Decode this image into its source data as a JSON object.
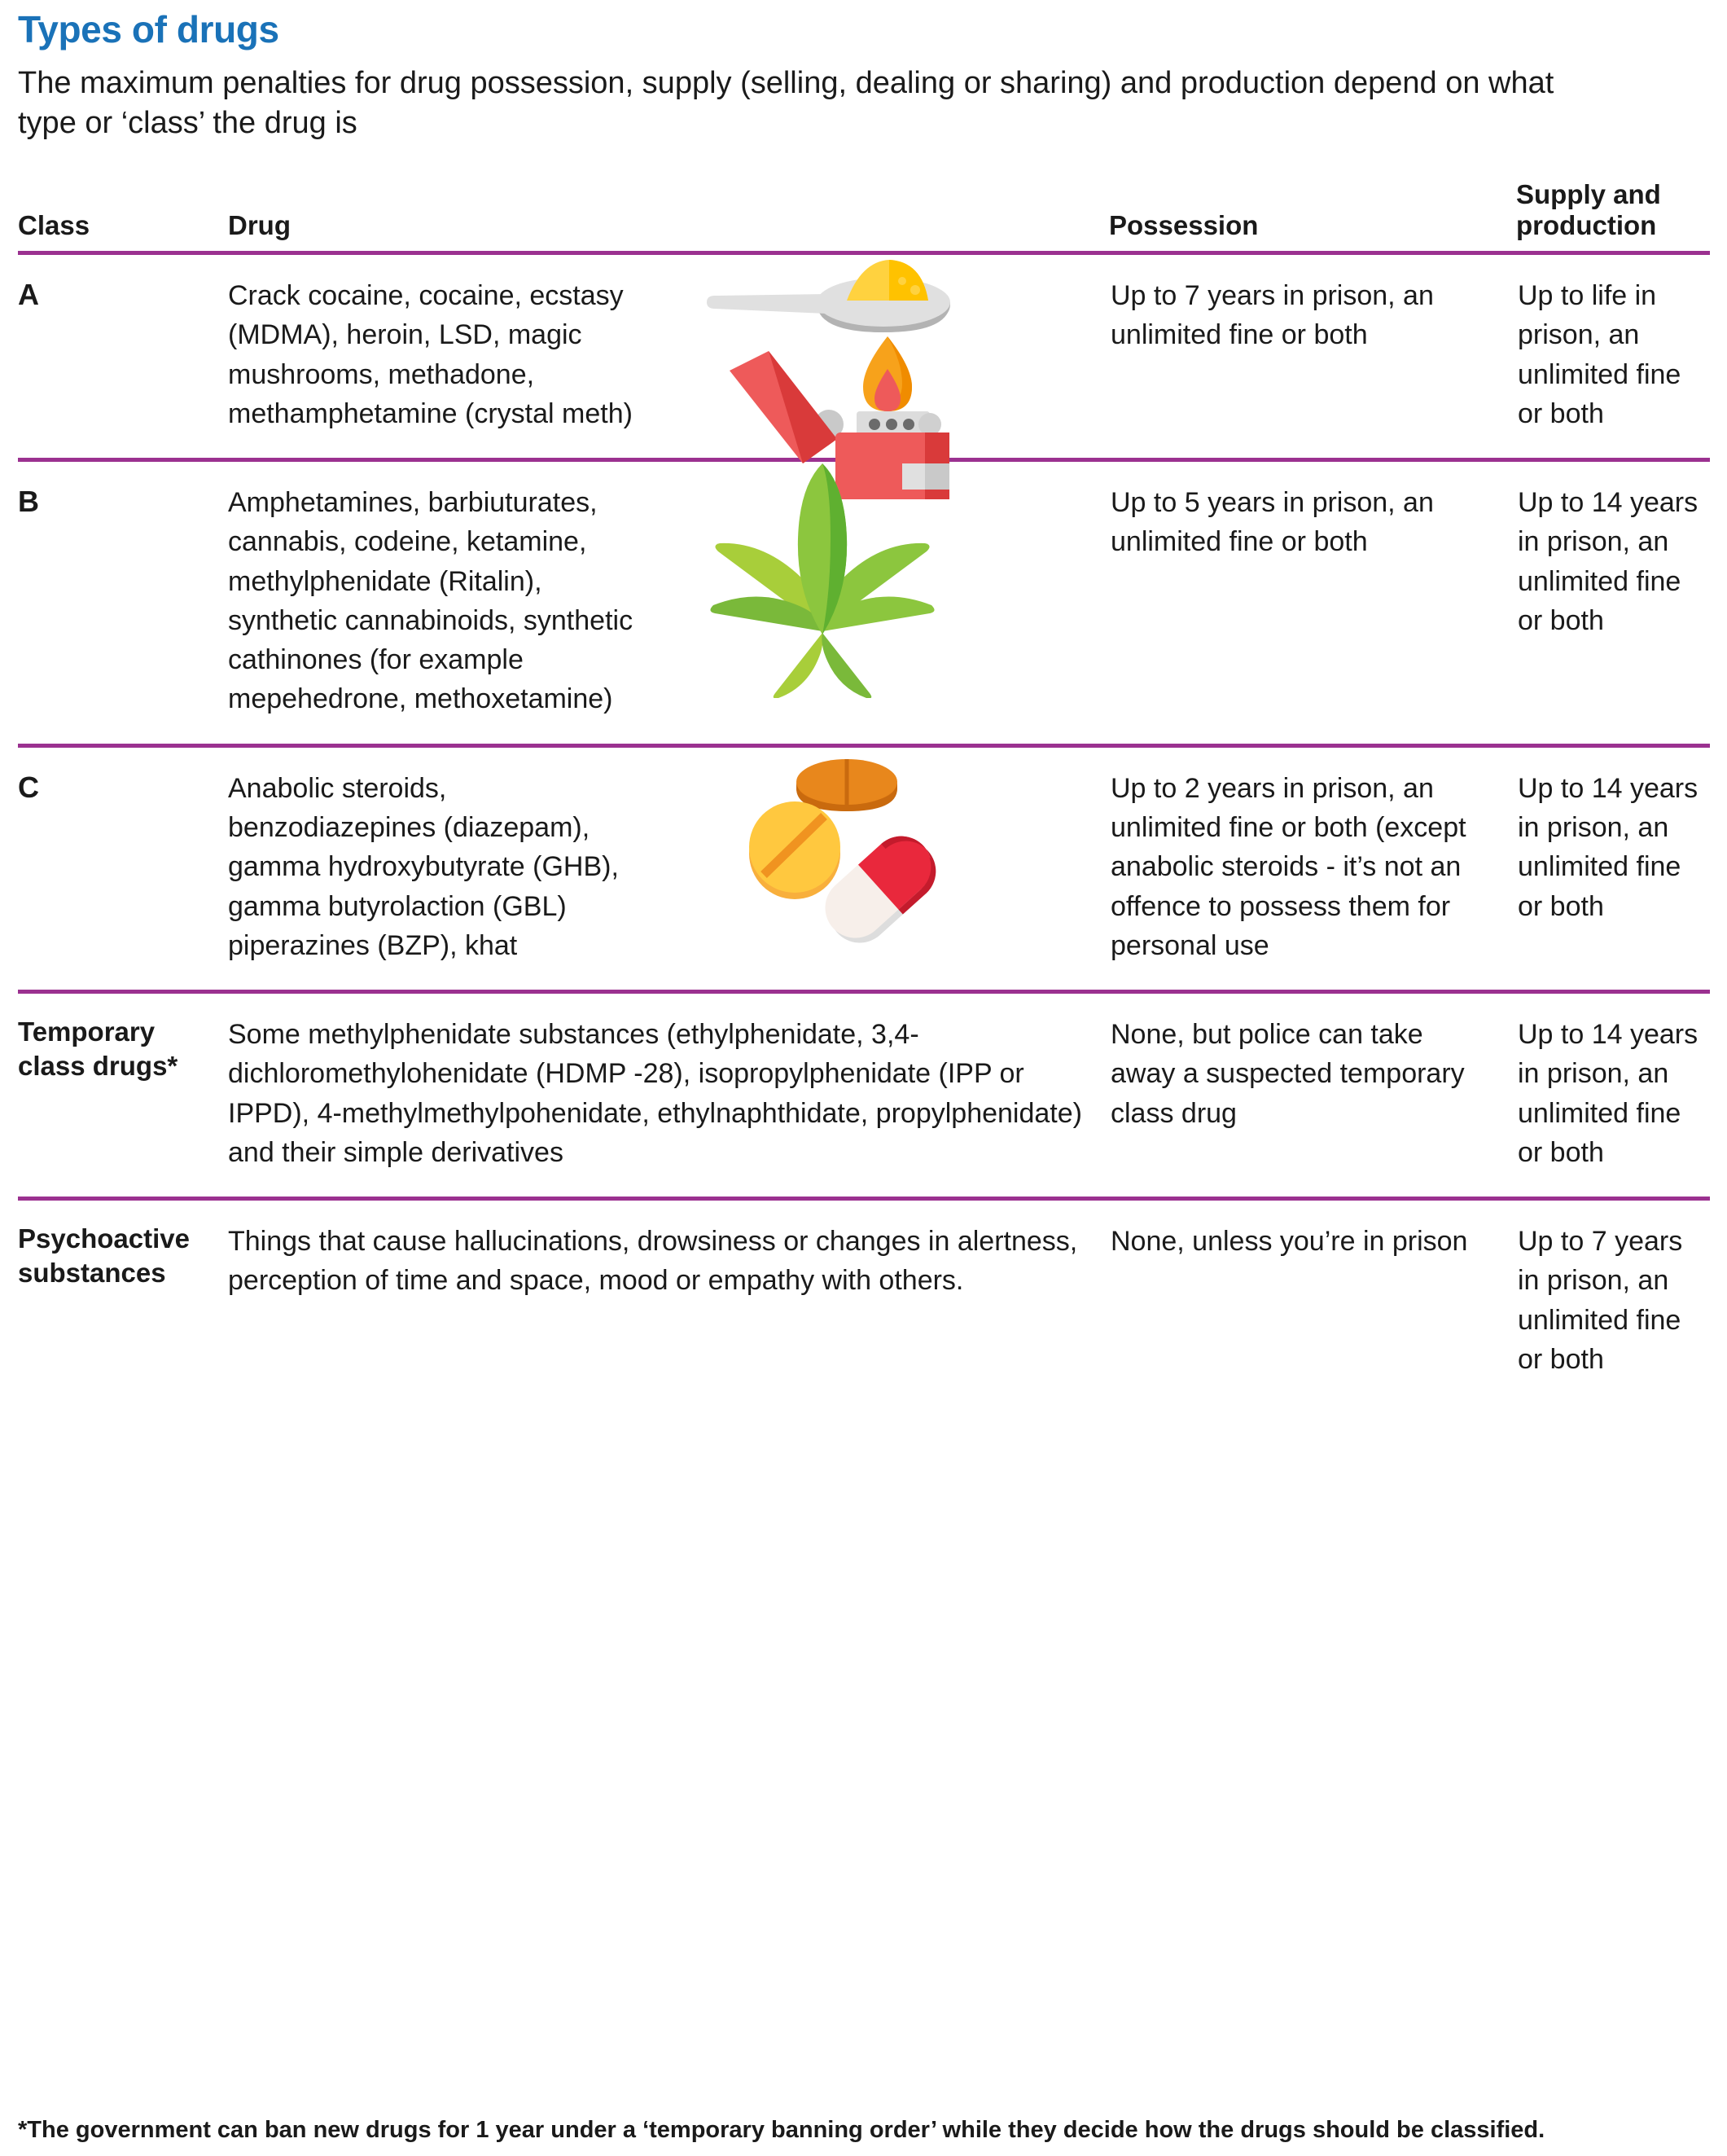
{
  "header": {
    "title": "Types of drugs",
    "subtitle": "The maximum penalties for drug possession, supply (selling, dealing or sharing) and production depend on what type or ‘class’ the drug is"
  },
  "table": {
    "columns": {
      "class": "Class",
      "drug": "Drug",
      "possession": "Possession",
      "supply": "Supply and production"
    },
    "rows": [
      {
        "class": "A",
        "class_style": "letter",
        "drug": "Crack cocaine, cocaine, ecstasy (MDMA), heroin, LSD, magic mushrooms, methadone, methamphetamine (crystal meth)",
        "possession": "Up to 7 years in prison, an unlimited fine or both",
        "supply": "Up to life in prison, an unlimited fine or both",
        "icon": "spoon-and-lighter-icon"
      },
      {
        "class": "B",
        "class_style": "letter",
        "drug": "Amphetamines, barbiuturates, cannabis, codeine, ketamine, methylphenidate (Ritalin), synthetic cannabinoids, synthetic cathinones (for example mepehedrone, methoxetamine)",
        "possession": "Up to 5 years in prison, an unlimited fine or both",
        "supply": "Up to 14 years in prison, an unlimited fine or both",
        "icon": "cannabis-leaf-icon"
      },
      {
        "class": "C",
        "class_style": "letter",
        "drug": "Anabolic steroids, benzodiazepines (diazepam), gamma hydroxybutyrate (GHB), gamma butyrolaction (GBL) piperazines (BZP), khat",
        "possession": "Up to 2 years in prison, an unlimited fine or both (except anabolic steroids - it’s not an offence to possess them for personal use",
        "supply": "Up to 14 years in prison, an unlimited fine or both",
        "icon": "pills-icon"
      },
      {
        "class": "Temporary class drugs*",
        "class_style": "word",
        "drug": "Some methylphenidate substances (ethylphenidate, 3,4-dichloromethylohenidate (HDMP -28), isopropylphenidate (IPP or IPPD), 4-methylmethylpohenidate, ethylnaphthidate, propylphenidate) and their simple derivatives",
        "possession": "None, but police can take away a suspected temporary class drug",
        "supply": "Up to 14 years in prison, an unlimited fine or both",
        "icon": ""
      },
      {
        "class": "Psychoactive substances",
        "class_style": "word",
        "drug": "Things that cause hallucinations, drowsiness or changes in alertness, perception of time and space, mood or empathy with others.",
        "possession": "None, unless you’re in prison",
        "supply": "Up to 7 years in prison, an unlimited fine or both",
        "icon": ""
      }
    ]
  },
  "footnote": "*The government can ban new drugs for 1 year under a ‘temporary banning order’ while they decide how the drugs should be classified.",
  "colors": {
    "title": "#1a72b8",
    "divider": "#9B3190",
    "text": "#1a1a1a"
  }
}
